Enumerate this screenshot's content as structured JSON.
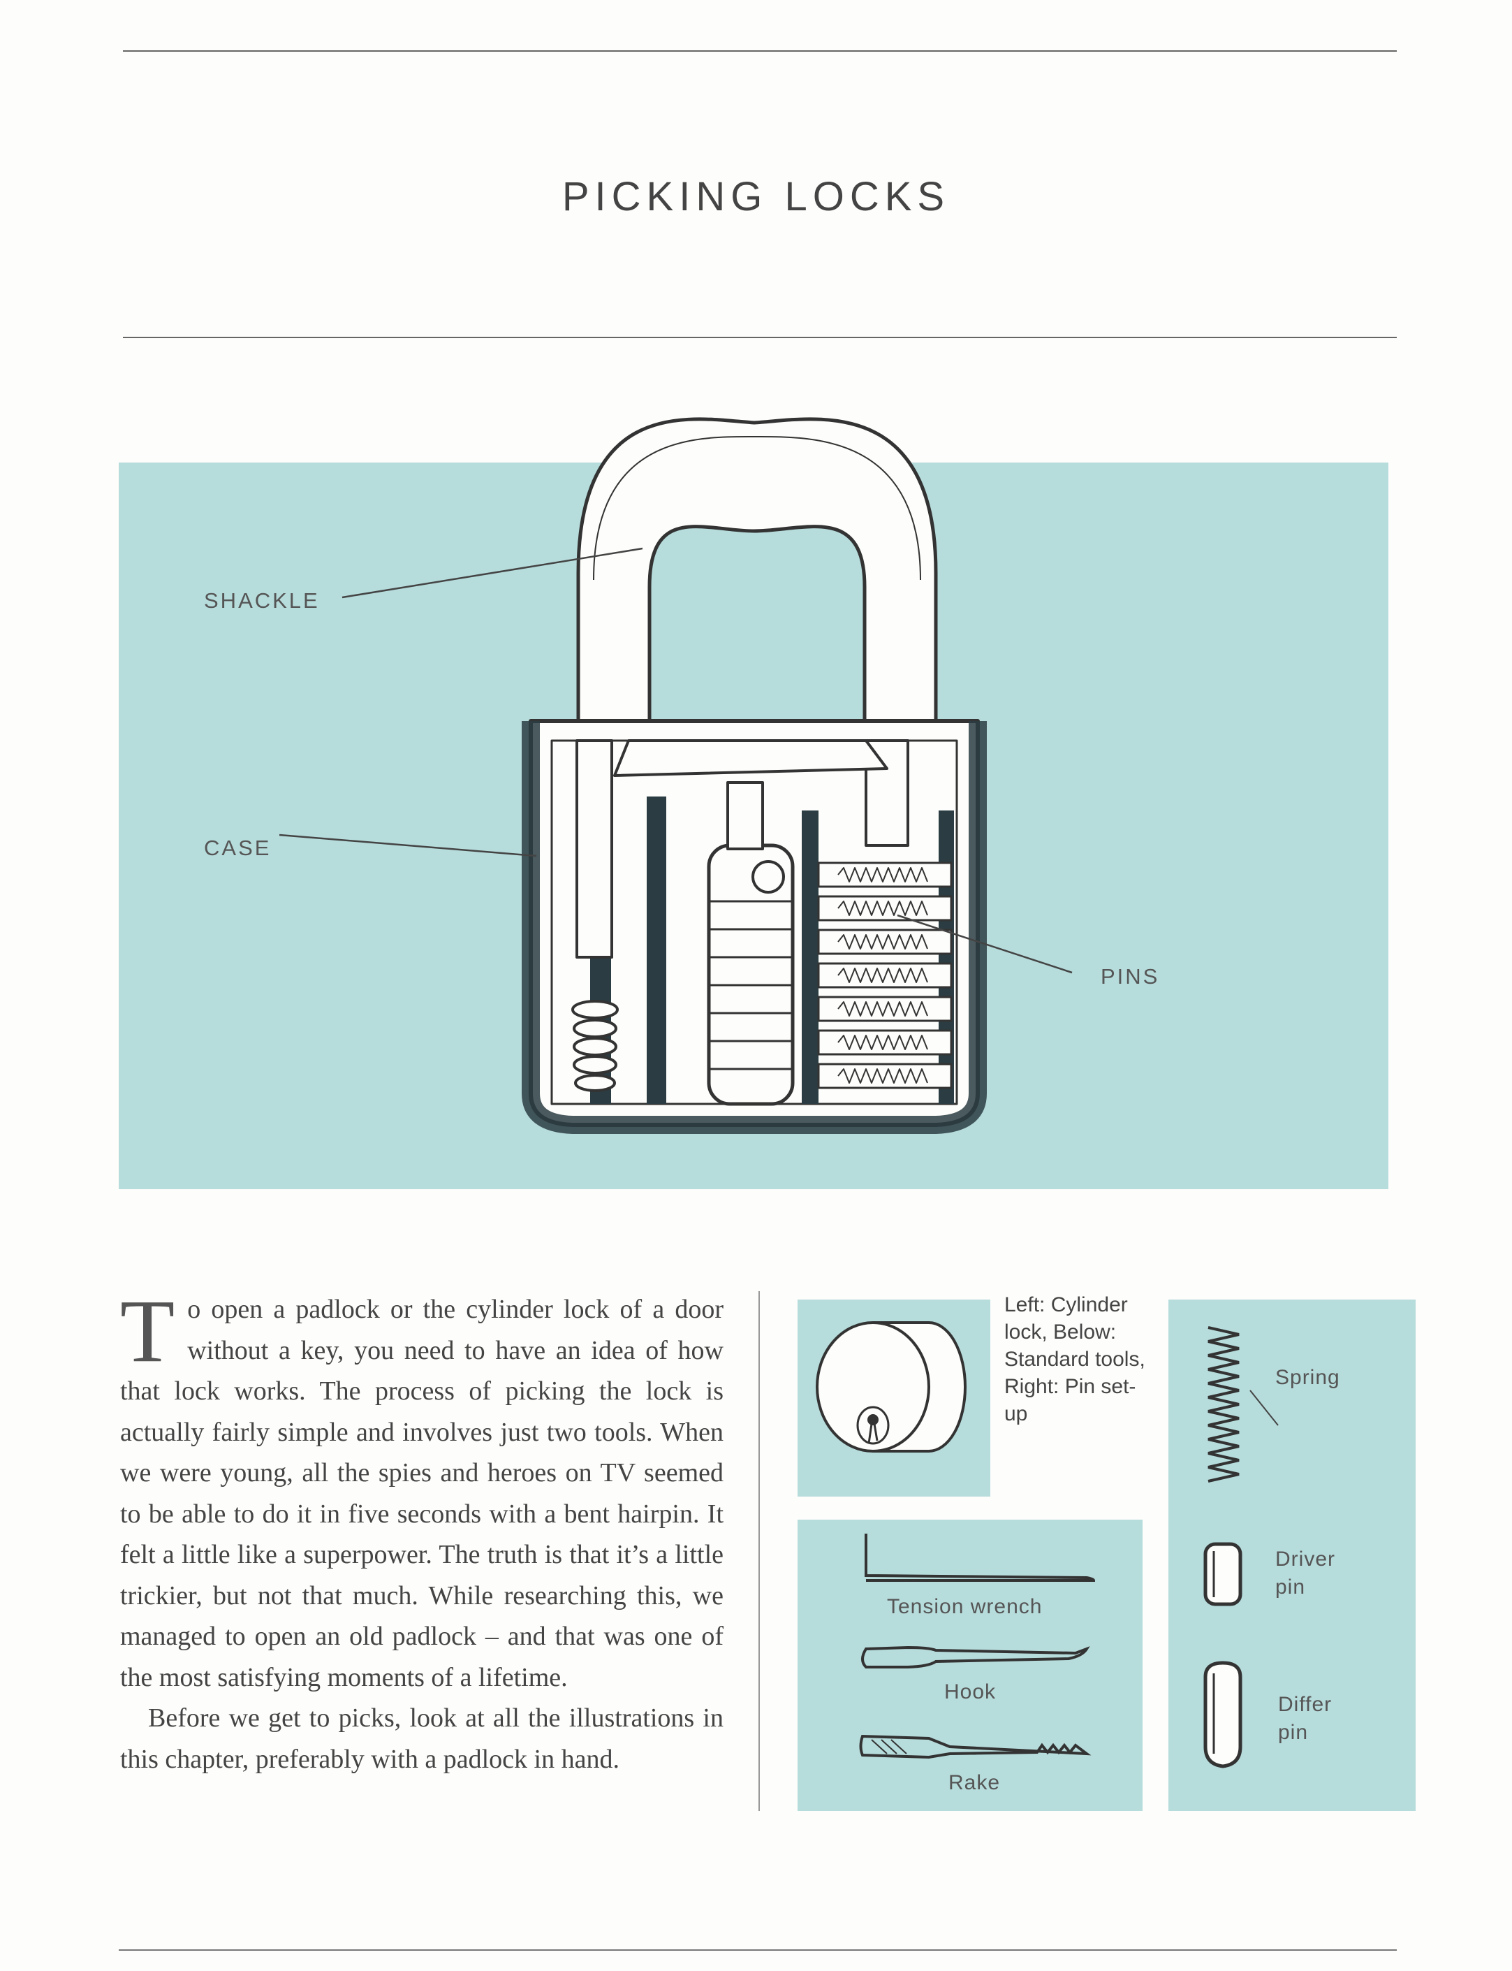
{
  "page": {
    "title": "PICKING LOCKS"
  },
  "hero": {
    "labels": {
      "shackle": "SHACKLE",
      "case": "CASE",
      "pins": "PINS"
    }
  },
  "body": {
    "drop_cap": "T",
    "paragraph1": "o open a padlock or the cylinder lock of a door without a key, you need to have an idea of how that lock works. The process of picking the lock is actually fairly simple and involves just two tools. When we were young, all the spies and heroes on TV seemed to be able to do it in five seconds with a bent hairpin. It felt a little like a superpower. The truth is that it’s a little trickier, but not that much. While researching this, we managed to open an old padlock – and that was one of the most satisfying moments of a lifetime.",
    "paragraph2": "Before we get to picks, look at all the illustrations in this chapter, preferably with a padlock in hand."
  },
  "caption": "Left: Cylinder lock, Below: Standard tools, Right: Pin set-up",
  "tools": {
    "tension_wrench": "Tension wrench",
    "hook": "Hook",
    "rake": "Rake"
  },
  "pins_panel": {
    "spring": "Spring",
    "driver_pin": "Driver pin",
    "differ_pin": "Differ pin"
  },
  "colors": {
    "panel_teal": "#b7dcdc",
    "ink": "#333333",
    "paper": "#fdfdfb"
  }
}
